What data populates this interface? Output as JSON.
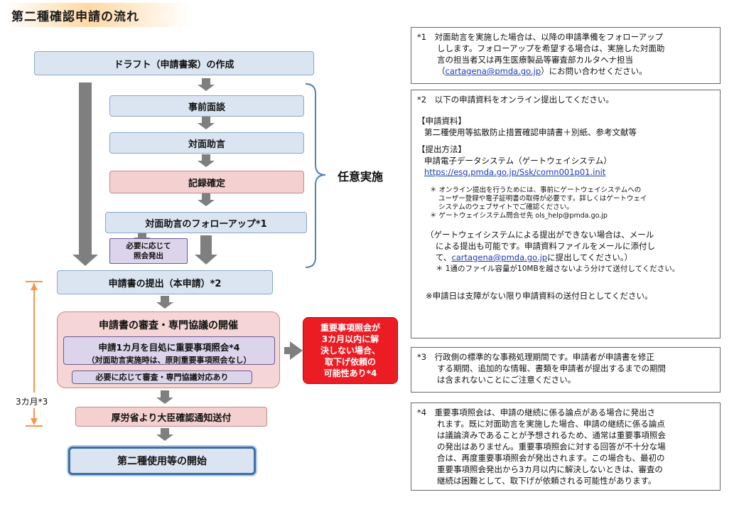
{
  "title": "第二種確認申請の流れ",
  "flow": {
    "draft": "ドラフト（申請書案）の作成",
    "pre_meeting": "事前面談",
    "consult": "対面助言",
    "record": "記録確定",
    "followup": "対面助言のフォローアップ*1",
    "inquiry_note_1": "必要に応じて",
    "inquiry_note_2": "照会発出",
    "optional_label": "任意実施",
    "submit": "申請書の提出（本申請）*2",
    "review_title": "申請書の審査・専門協議の開催",
    "review_sub_1": "申請1カ月を目処に重要事項照会*4",
    "review_sub_2": "（対面助言実施時は、原則重要事項照会なし）",
    "review_sub_3": "必要に応じて審査・専門協議対応あり",
    "warning_1": "重要事項照会が",
    "warning_2": "3カ月以内に解",
    "warning_3": "決しない場合、",
    "warning_4": "取下げ依頼の",
    "warning_5": "可能性あり*4",
    "approval": "厚労省より大臣確認通知送付",
    "start": "第二種使用等の開始",
    "three_months": "3カ月*3"
  },
  "notes": {
    "n1": {
      "l1": "*1　対面助言を実施した場合は、以降の申請準備をフォローアップ",
      "l2": "しします。フォローアップを希望する場合は、実施した対面助",
      "l3": "言の担当者又は再生医療製品等審査部カルタヘナ担当",
      "l4_pre": "（",
      "l4_link": "cartagena@pmda.go.jp",
      "l4_post": "）にお問い合わせください。"
    },
    "n2": {
      "l1": "*2　以下の申請資料をオンライン提出してください。",
      "h1": "【申請資料】",
      "d1": "第二種使用等拡散防止措置確認申請書＋別紙、参考文献等",
      "h2": "【提出方法】",
      "d2": "申請電子データシステム（ゲートウェイシステム）",
      "d2_link": "https://esg.pmda.go.jp/Ssk/comn001p01.init",
      "s1": "＊ オンライン提出を行うためには、事前にゲートウェイシステムへの",
      "s2": "ユーザー登録や電子証明書の取得が必要です。詳しくはゲートウェイ",
      "s3": "システムのウェブサイトでご確認ください。",
      "s4": "＊ ゲートウェイシステム問合せ先 ols_help@pmda.go.jp",
      "p1": "（ゲートウェイシステムによる提出ができない場合は、メール",
      "p2": "による提出も可能です。申請資料ファイルをメールに添付し",
      "p3_pre": "て、",
      "p3_link": "cartagena@pmda.go.jp",
      "p3_post": "に提出してください。）",
      "p4": "＊ 1通のファイル容量が10MBを越さないよう分けて送付してください。",
      "f1": "※申請日は支障がない限り申請資料の送付日としてください。"
    },
    "n3": {
      "l1": "*3　行政側の標準的な事務処理期間です。申請者が申請書を修正",
      "l2": "する期間、追加的な情報、書類を申請者が提出するまでの期間",
      "l3": "は含まれないことにご注意ください。"
    },
    "n4": {
      "l1": "*4　重要事項照会は、申請の継続に係る論点がある場合に発出さ",
      "l2": "れます。既に対面助言を実施した場合、申請の継続に係る論点",
      "l3": "は議論済みであることが予想されるため、通常は重要事項照会",
      "l4": "の発出はありません。重要事項照会に対する回答が不十分な場",
      "l5": "合は、再度重要事項照会が発出されます。この場合も、最初の",
      "l6": "重要事項照会発出から3カ月以内に解決しないときは、審査の",
      "l7": "継続は困難として、取下げが依頼される可能性があります。"
    }
  },
  "colors": {
    "blue_fill": "#dbe5f1",
    "pink_fill": "#f4d0d0",
    "purple_fill": "#dcd4ea",
    "warning_red": "#ec1c24",
    "arrow_gray": "#7f7f7f",
    "brace_blue": "#4f81bd",
    "timeline_orange": "#f79646"
  }
}
